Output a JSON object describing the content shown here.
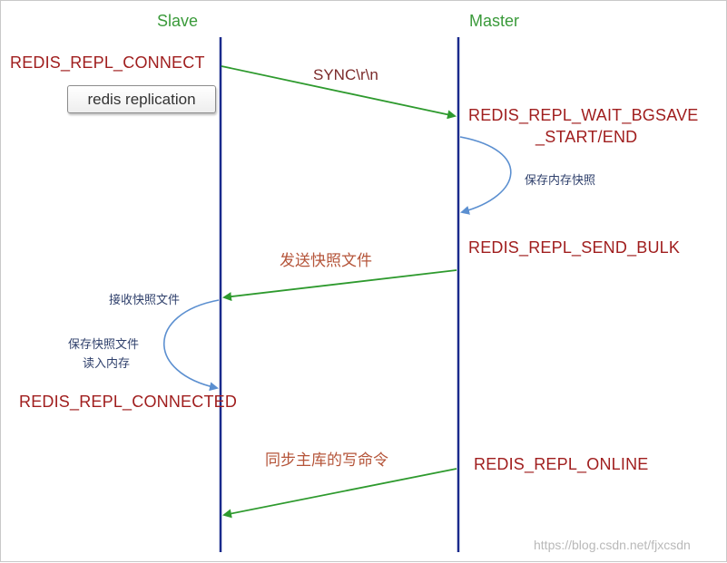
{
  "lanes": {
    "slave": "Slave",
    "master": "Master"
  },
  "states": {
    "repl_connect": "REDIS_REPL_CONNECT",
    "wait_bgsave_1": "REDIS_REPL_WAIT_BGSAVE",
    "wait_bgsave_2": "_START/END",
    "send_bulk": "REDIS_REPL_SEND_BULK",
    "connected": "REDIS_REPL_CONNECTED",
    "online": "REDIS_REPL_ONLINE"
  },
  "messages": {
    "sync": "SYNC\\r\\n",
    "send_snapshot": "发送快照文件",
    "sync_writes": "同步主库的写命令"
  },
  "notes": {
    "save_mem_snapshot": "保存内存快照",
    "recv_snapshot": "接收快照文件",
    "save_snapshot_1": "保存快照文件",
    "save_snapshot_2": "读入内存"
  },
  "badge": "redis replication",
  "watermark": "https://blog.csdn.net/fjxcsdn",
  "colors": {
    "lifeline": "#1a2a8c",
    "message_arrow": "#2e9a2e",
    "self_arrow": "#5b8fd0",
    "state_text": "#a01e1e",
    "lane_title": "#3a9a3a"
  }
}
